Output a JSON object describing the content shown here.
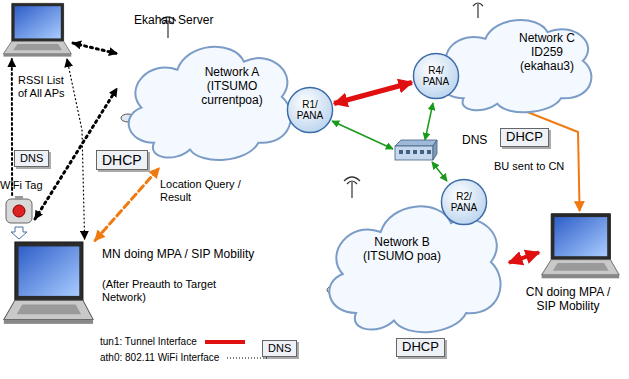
{
  "diagram": {
    "nodes": [
      {
        "text": [
          "Ekahau Server"
        ]
      },
      {
        "text": [
          "Network A (ITSUMO currentpoa)"
        ]
      },
      {
        "text": [
          "DNS"
        ]
      },
      {
        "text": [
          "DHCP"
        ]
      },
      {
        "text": [
          "R1/ PANA"
        ]
      },
      {
        "text": [
          "Network C ID259 (ekahau3)"
        ]
      },
      {
        "text": [
          "R4/ PANA"
        ]
      },
      {
        "text": [
          "DHCP"
        ]
      },
      {
        "text": [
          "WiFi Tag"
        ]
      },
      {
        "text": [
          "Network B (ITSUMO poa)"
        ]
      },
      {
        "text": [
          "R2/ PANA"
        ]
      },
      {
        "text": [
          "MN doing MPA / SIP Mobility",
          "(After Preauth to Target Network)"
        ]
      },
      {
        "text": [
          "DNS"
        ]
      },
      {
        "text": [
          "DHCP"
        ]
      },
      {
        "text": [
          "CN doing MPA / SIP Mobility"
        ]
      }
    ],
    "edges": [
      {
        "from": 0,
        "to": 1,
        "arrow": "both"
      },
      {
        "from": 8,
        "to": 0,
        "label": "RSSI List of All APs",
        "arrow": "to"
      },
      {
        "from": 8,
        "to": 1,
        "arrow": "both"
      },
      {
        "from": 11,
        "to": 0,
        "label": "Location Query / Result",
        "arrow": "both"
      },
      {
        "from": 11,
        "to": 1,
        "arrow": "both"
      },
      {
        "from": 4,
        "to": 6,
        "arrow": "both"
      },
      {
        "from": 6,
        "to": 14,
        "label": "BU sent to CN",
        "arrow": "to"
      },
      {
        "from": 14,
        "to": 9,
        "arrow": "both"
      }
    ],
    "labels": [
      "DNS"
    ],
    "legend": [
      {
        "text": "tun1: Tunnel Interface"
      },
      {
        "text": "ath0: 802.11 WiFi Interface"
      }
    ]
  }
}
